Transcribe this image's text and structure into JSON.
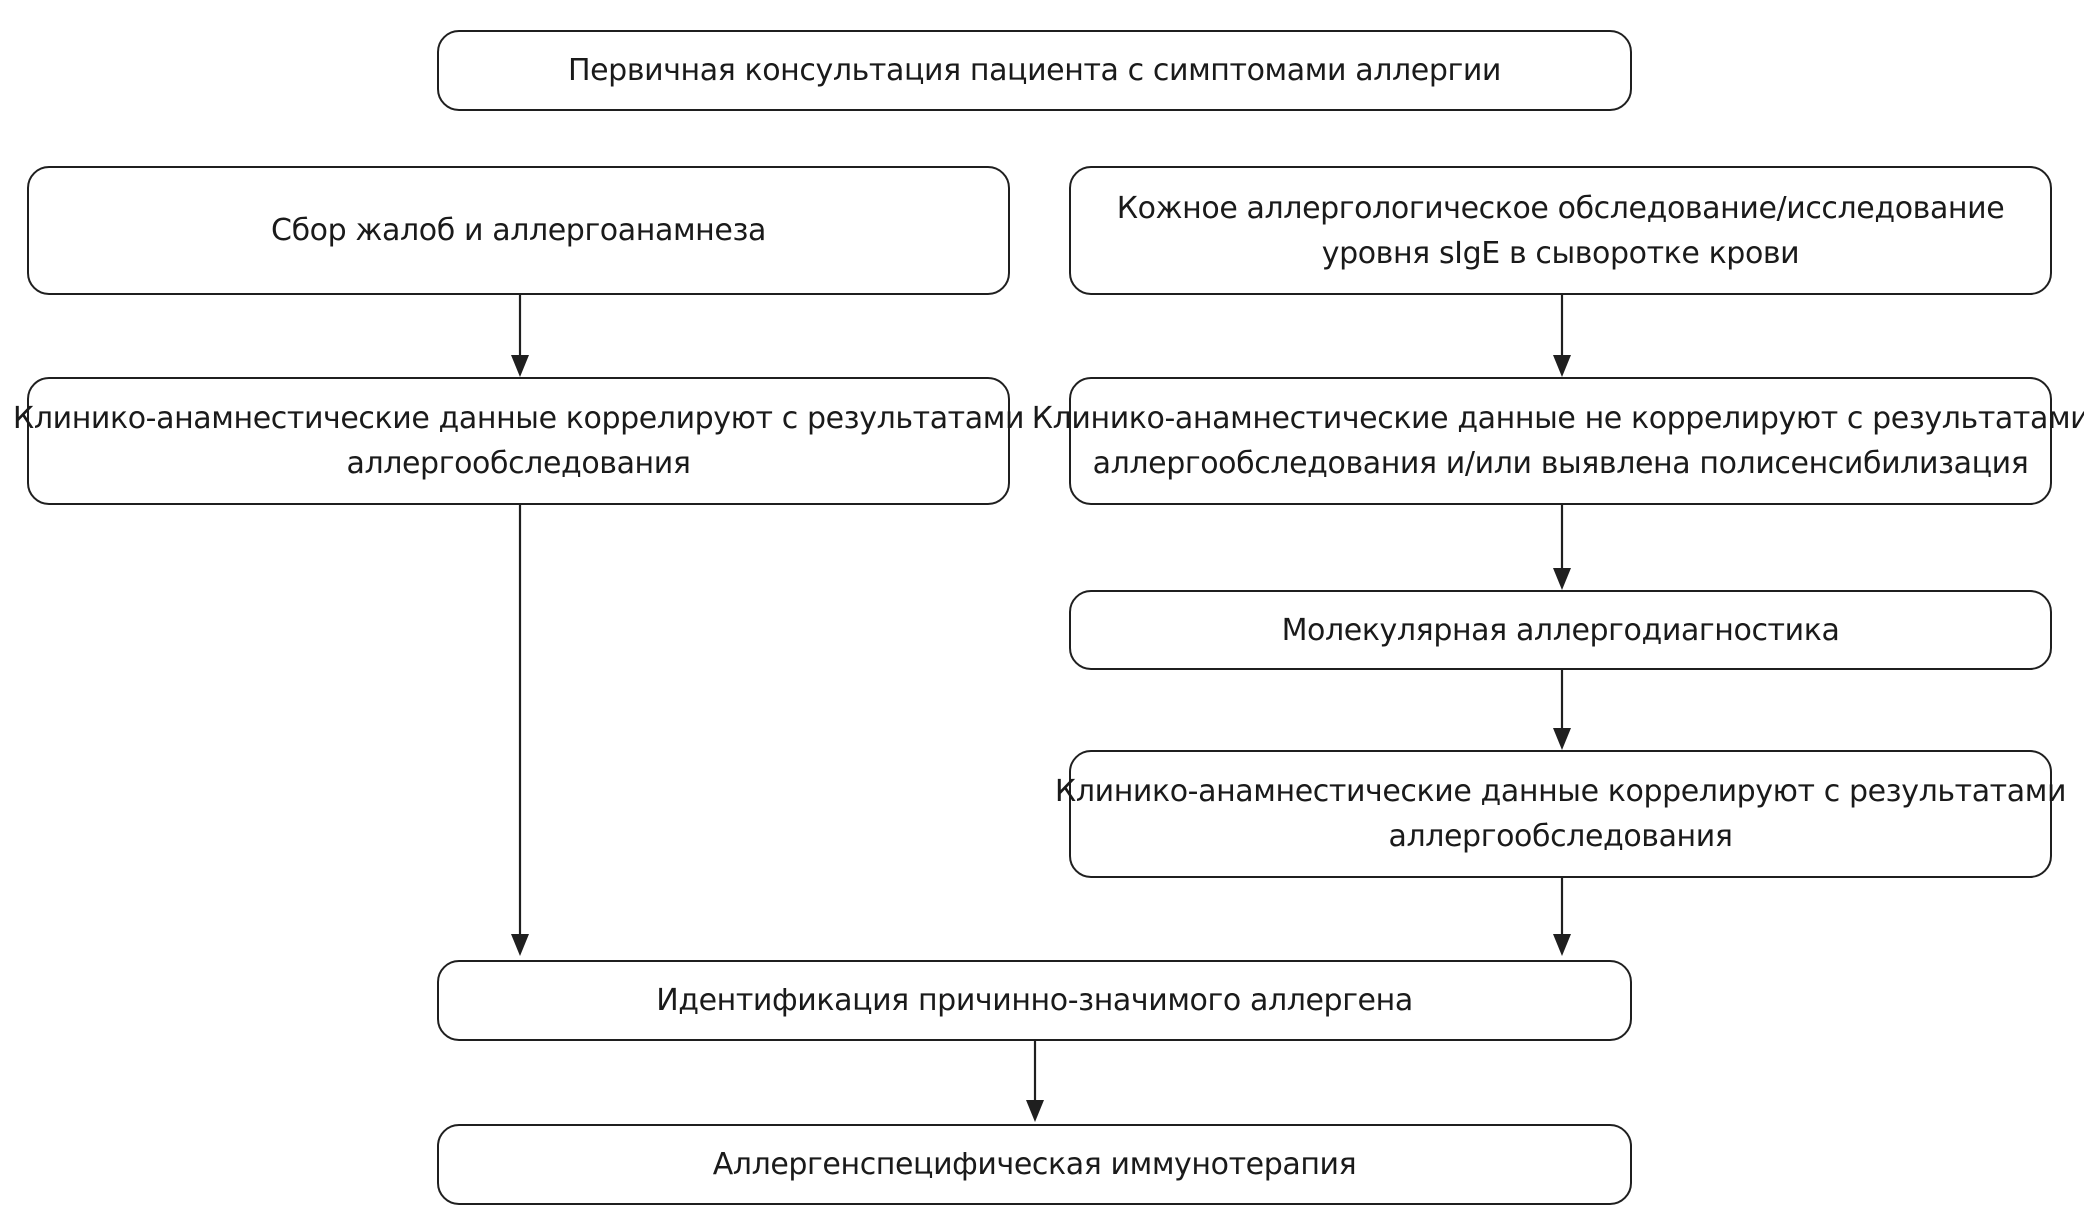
{
  "nodes": {
    "initial_consultation": {
      "lines": [
        "Первичная консультация пациента с симптомами аллергии"
      ]
    },
    "complaints_history": {
      "lines": [
        "Сбор жалоб и аллергоанамнеза"
      ]
    },
    "skin_sige_testing": {
      "lines": [
        "Кожное аллергологическое обследование/исследование",
        "уровня sIgE в сыворотке крови"
      ]
    },
    "data_correlate_left": {
      "lines": [
        "Клинико-анамнестические данные коррелируют с результатами",
        "аллергообследования"
      ]
    },
    "data_not_correlate": {
      "lines": [
        "Клинико-анамнестические данные не коррелируют с результатами",
        "аллергообследования и/или выявлена полисенсибилизация"
      ]
    },
    "molecular_diagnostics": {
      "lines": [
        "Молекулярная аллергодиагностика"
      ]
    },
    "data_correlate_right": {
      "lines": [
        "Клинико-анамнестические данные коррелируют с результатами",
        "аллергообследования"
      ]
    },
    "allergen_identification": {
      "lines": [
        "Идентификация причинно-значимого аллергена"
      ]
    },
    "asit": {
      "lines": [
        "Аллергенспецифическая иммунотерапия"
      ]
    }
  },
  "edges": [
    {
      "from": "complaints_history",
      "to": "data_correlate_left"
    },
    {
      "from": "data_correlate_left",
      "to": "allergen_identification"
    },
    {
      "from": "skin_sige_testing",
      "to": "data_not_correlate"
    },
    {
      "from": "data_not_correlate",
      "to": "molecular_diagnostics"
    },
    {
      "from": "molecular_diagnostics",
      "to": "data_correlate_right"
    },
    {
      "from": "data_correlate_right",
      "to": "allergen_identification"
    },
    {
      "from": "allergen_identification",
      "to": "asit"
    }
  ]
}
